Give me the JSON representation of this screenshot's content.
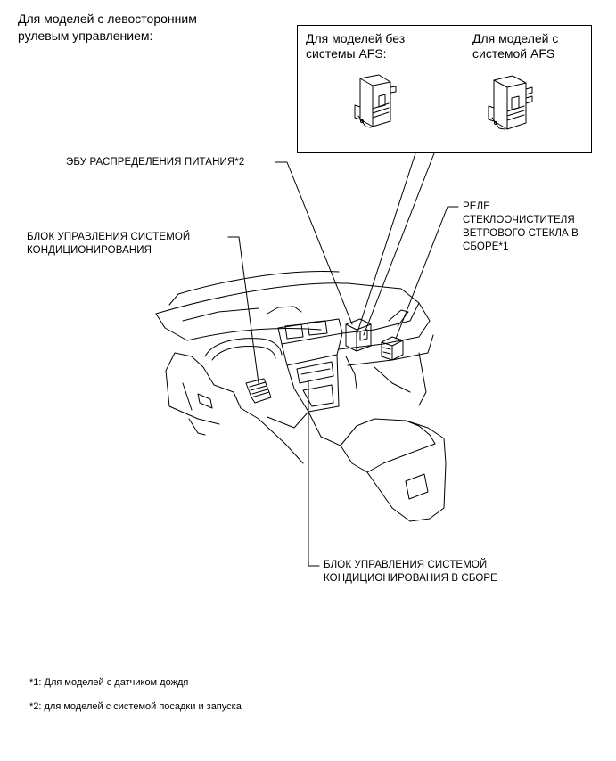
{
  "heading": {
    "line1": "Для моделей с левосторонним",
    "line2": "рулевым управлением:"
  },
  "inset": {
    "left_label": {
      "line1": "Для моделей без",
      "line2": "системы AFS:"
    },
    "right_label": {
      "line1": "Для моделей с",
      "line2": "системой AFS"
    }
  },
  "callouts": {
    "power_ecu": "ЭБУ РАСПРЕДЕЛЕНИЯ ПИТАНИЯ*2",
    "ac_control": {
      "line1": "БЛОК УПРАВЛЕНИЯ СИСТЕМОЙ",
      "line2": "КОНДИЦИОНИРОВАНИЯ"
    },
    "wiper_relay": {
      "line1": "РЕЛЕ",
      "line2": "СТЕКЛООЧИСТИТЕЛЯ",
      "line3": "ВЕТРОВОГО СТЕКЛА В",
      "line4": "СБОРЕ*1"
    },
    "ac_control_assy": {
      "line1": "БЛОК УПРАВЛЕНИЯ СИСТЕМОЙ",
      "line2": "КОНДИЦИОНИРОВАНИЯ В СБОРЕ"
    }
  },
  "footnotes": {
    "note1": "*1: Для моделей с датчиком дождя",
    "note2": "*2: для моделей с системой посадки и запуска"
  }
}
